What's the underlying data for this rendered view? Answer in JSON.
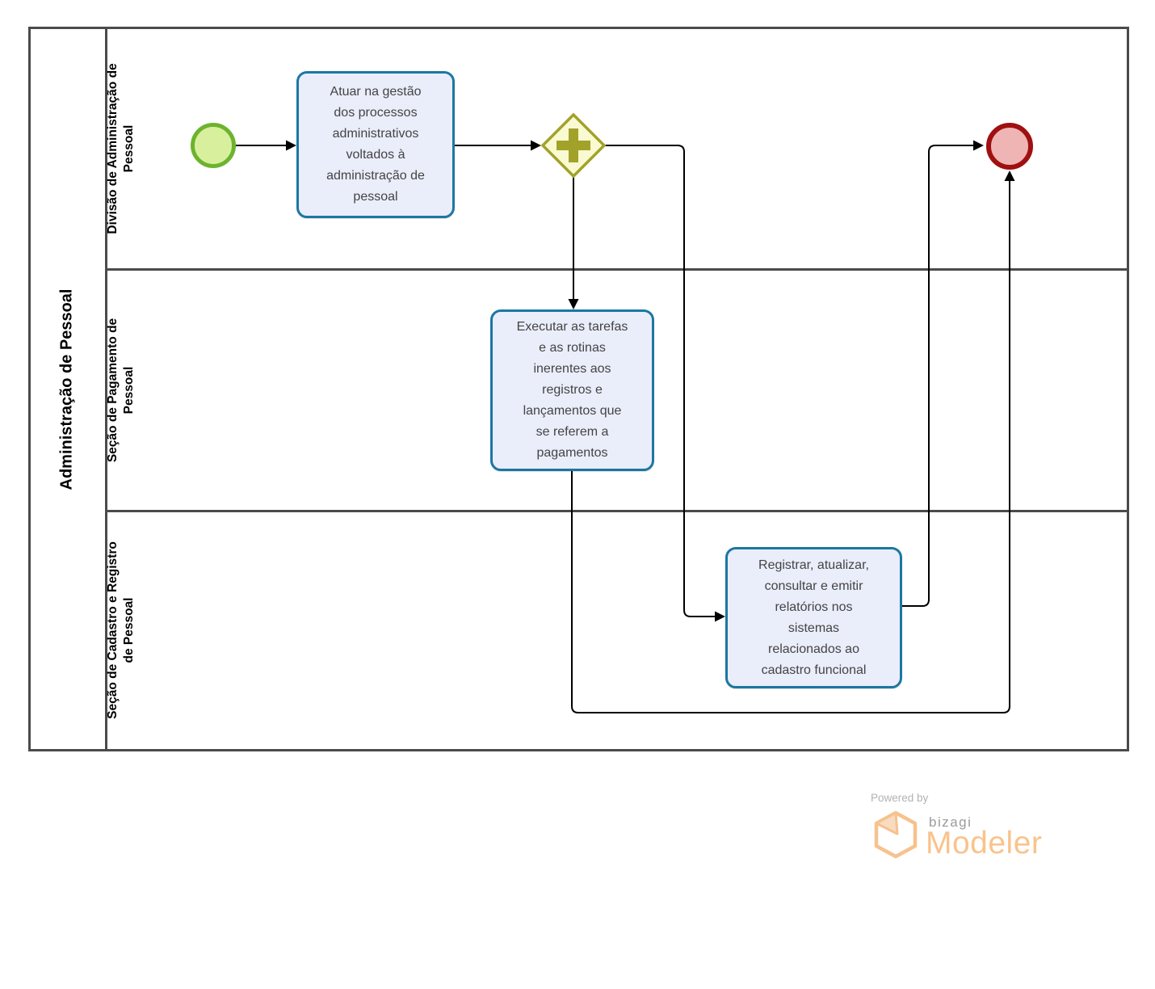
{
  "diagram": {
    "pool": {
      "label": "Administração de Pessoal"
    },
    "lanes": [
      {
        "id": "divisao-administracao-pessoal",
        "label": "Divisão de Administração de\nPessoal"
      },
      {
        "id": "secao-pagamento-pessoal",
        "label": "Seção de Pagamento de\nPessoal"
      },
      {
        "id": "secao-cadastro-registro-pessoal",
        "label": "Seção de Cadastro e Registro\nde Pessoal"
      }
    ],
    "nodes": [
      {
        "id": "start-event",
        "type": "start-event",
        "label": ""
      },
      {
        "id": "task-atuar",
        "type": "task",
        "label": "Atuar na gestão\ndos processos\nadministrativos\nvoltados à\nadministração de\npessoal"
      },
      {
        "id": "gateway-parallel",
        "type": "parallel-gateway",
        "symbol": "+"
      },
      {
        "id": "task-executar",
        "type": "task",
        "label": "Executar as tarefas\ne as rotinas\ninerentes aos\nregistros e\nlançamentos  que\nse referem a\npagamentos"
      },
      {
        "id": "task-registrar",
        "type": "task",
        "label": "Registrar, atualizar,\nconsultar e emitir\nrelatórios nos\nsistemas\nrelacionados ao\ncadastro funcional"
      },
      {
        "id": "end-event",
        "type": "end-event",
        "label": ""
      }
    ],
    "flows": [
      {
        "id": "flow-start-to-atuar",
        "from": "start-event",
        "to": "task-atuar"
      },
      {
        "id": "flow-atuar-to-gateway",
        "from": "task-atuar",
        "to": "gateway-parallel"
      },
      {
        "id": "flow-gateway-to-executar",
        "from": "gateway-parallel",
        "to": "task-executar"
      },
      {
        "id": "flow-gateway-to-registrar",
        "from": "gateway-parallel",
        "to": "task-registrar"
      },
      {
        "id": "flow-executar-to-end",
        "from": "task-executar",
        "to": "end-event"
      },
      {
        "id": "flow-registrar-to-end",
        "from": "task-registrar",
        "to": "end-event"
      }
    ]
  },
  "footer": {
    "powered_by": "Powered by",
    "brand": "bizagi",
    "product": "Modeler"
  },
  "colors": {
    "pool_border": "#4b4b4b",
    "flow_line": "#000000",
    "task_border": "#1b77a2",
    "task_fill": "#eaedfa",
    "task_text": "#444444",
    "start_border": "#6db32e",
    "start_fill": "#d8f09e",
    "end_border": "#a01010",
    "end_fill": "#efb5b5",
    "gateway_border": "#a2a22a",
    "gateway_fill": "#f9f9d2",
    "logo_orange": "#f9c38c",
    "logo_gray": "#9b9b9b"
  }
}
